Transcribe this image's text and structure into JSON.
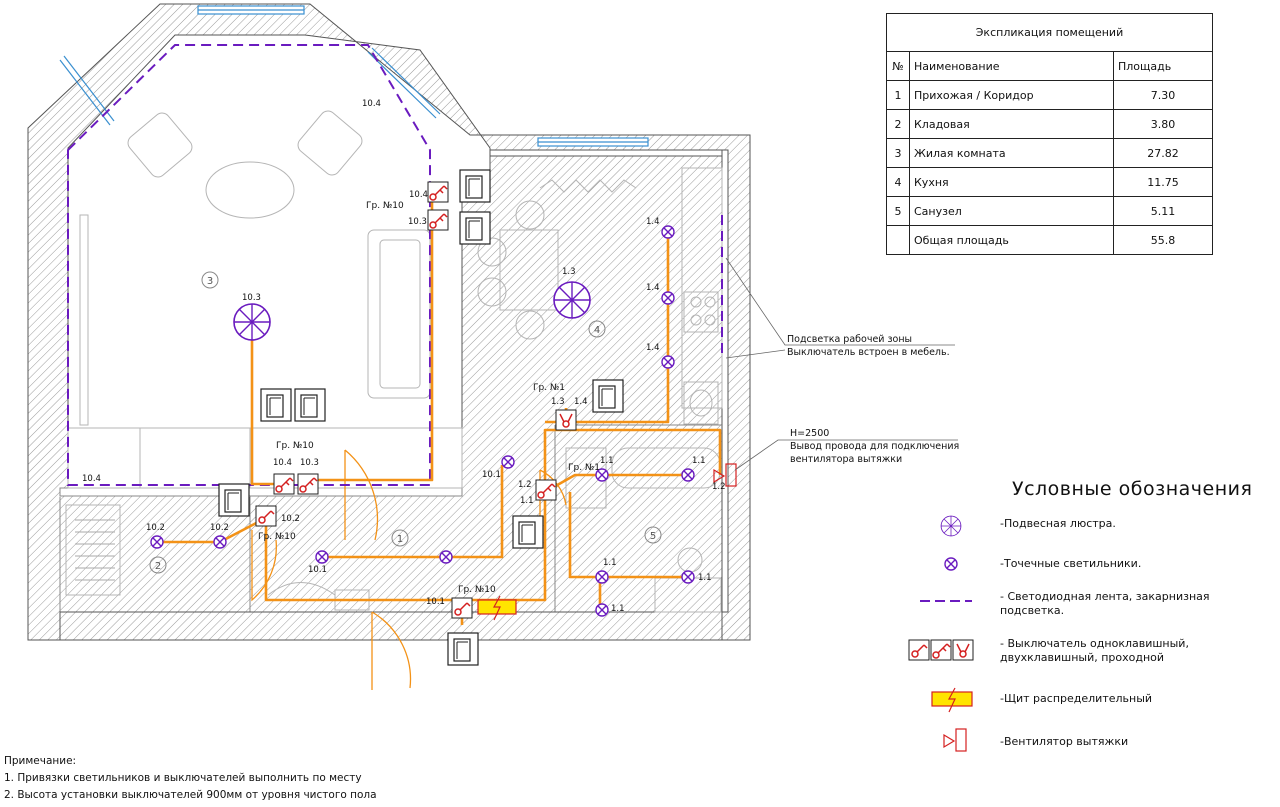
{
  "explication": {
    "title": "Экспликация помещений",
    "headers": {
      "num": "№",
      "name": "Наименование",
      "area": "Площадь"
    },
    "rows": [
      {
        "num": "1",
        "name": "Прихожая / Коридор",
        "area": "7.30"
      },
      {
        "num": "2",
        "name": "Кладовая",
        "area": "3.80"
      },
      {
        "num": "3",
        "name": "Жилая комната",
        "area": "27.82"
      },
      {
        "num": "4",
        "name": "Кухня",
        "area": "11.75"
      },
      {
        "num": "5",
        "name": "Санузел",
        "area": "5.11"
      }
    ],
    "total": {
      "name": "Общая площадь",
      "area": "55.8"
    }
  },
  "legend": {
    "title": "Условные обозначения",
    "items": [
      {
        "icon": "chandelier-icon",
        "text": "-Подвесная люстра."
      },
      {
        "icon": "spotlight-icon",
        "text": "-Точечные светильники."
      },
      {
        "icon": "led-strip-icon",
        "text_1": "- Светодиодная лента, закарнизная",
        "text_2": "подсветка."
      },
      {
        "icon": "switch-icon",
        "text_1": "- Выключатель одноклавишный,",
        "text_2": "двухклавишный, проходной"
      },
      {
        "icon": "distribution-panel-icon",
        "text": "-Щит распределительный"
      },
      {
        "icon": "exhaust-fan-icon",
        "text": "-Вентилятор вытяжки"
      }
    ]
  },
  "callouts": {
    "worktop_1": "Подсветка рабочей зоны",
    "worktop_2": "Выключатель встроен в мебель.",
    "fan_h": "H=2500",
    "fan_1": "Вывод провода для подключения",
    "fan_2": "вентилятора вытяжки"
  },
  "notes": {
    "title": "Примечание:",
    "items": [
      "1. Привязки светильников и выключателей выполнить по месту",
      "2. Высота установки выключателей 900мм от уровня чистого пола"
    ]
  },
  "plan": {
    "rooms": [
      "1",
      "2",
      "3",
      "4",
      "5"
    ],
    "group_10": "Гр. №10",
    "group_1": "Гр. №1",
    "labels": {
      "l10_1": "10.1",
      "l10_2": "10.2",
      "l10_3": "10.3",
      "l10_4": "10.4",
      "l1_1": "1.1",
      "l1_2": "1.2",
      "l1_3": "1.3",
      "l1_4": "1.4"
    }
  },
  "colors": {
    "wire": "#f39217",
    "fixture": "#6a1bbf",
    "switch": "#d42020",
    "panel": "#ffe400"
  }
}
